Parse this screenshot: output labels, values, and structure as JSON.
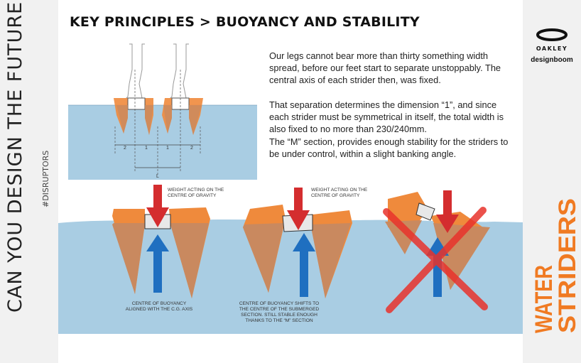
{
  "title": "KEY PRINCIPLES > BUOYANCY AND STABILITY",
  "paragraphs": [
    "Our legs cannot bear more than thirty something width spread, before our feet start to separate unstoppably. The central axis of each strider then, was fixed.",
    "That separation determines the dimension “1”, and since each strider must be symmetrical in itself, the total width is also fixed to no more than 230/240mm.",
    "The “M” section, provides enough stability for the striders to be under control, within a slight banking angle."
  ],
  "side_text": {
    "campaign": "CAN YOU DESIGN THE FUTURE?",
    "hashtag": "#DISRUPTORS"
  },
  "brand": {
    "primary": "OAKLEY",
    "secondary": "designboom"
  },
  "wordmark": {
    "line1": "WATER",
    "line2": "STRIDERS"
  },
  "sketch": {
    "dim_labels": [
      "2",
      "1",
      "1",
      "2"
    ],
    "total_label": "L"
  },
  "labels": {
    "weight_1": "WEIGHT ACTING ON THE CENTRE OF GRAVITY",
    "weight_2": "WEIGHT ACTING ON THE CENTRE OF GRAVITY",
    "buoyancy_1": "CENTRE OF BUOYANCY ALIGNED WITH THE C.G. AXIS",
    "buoyancy_2": "CENTRE OF BUOYANCY SHIFTS TO THE CENTRE OF THE SUBMERGED SECTION. STILL STABLE ENOUGH THANKS TO THE “M” SECTION"
  },
  "colors": {
    "water": "#a9cde3",
    "hull": "#c9895f",
    "hull_above_water": "#ef8a3c",
    "weight_arrow": "#d42d2f",
    "buoyancy_arrow": "#1f6fc0",
    "cross": "#e8332c",
    "wordmark": "#f07a22"
  }
}
